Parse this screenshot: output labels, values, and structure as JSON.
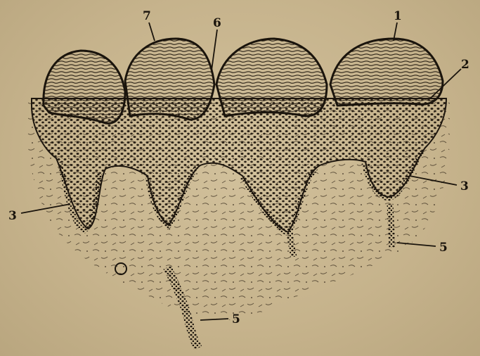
{
  "labels": [
    {
      "id": "label-1",
      "text": "1"
    },
    {
      "id": "label-2",
      "text": "2"
    },
    {
      "id": "label-3-left",
      "text": "3"
    },
    {
      "id": "label-3-right",
      "text": "3"
    },
    {
      "id": "label-5-bottom",
      "text": "5"
    },
    {
      "id": "label-5-right",
      "text": "5"
    },
    {
      "id": "label-6",
      "text": "6"
    },
    {
      "id": "label-7",
      "text": "7"
    }
  ],
  "colors": {
    "paper": "#c9b78f",
    "ink": "#1a140c",
    "cell": "#2a2116"
  }
}
